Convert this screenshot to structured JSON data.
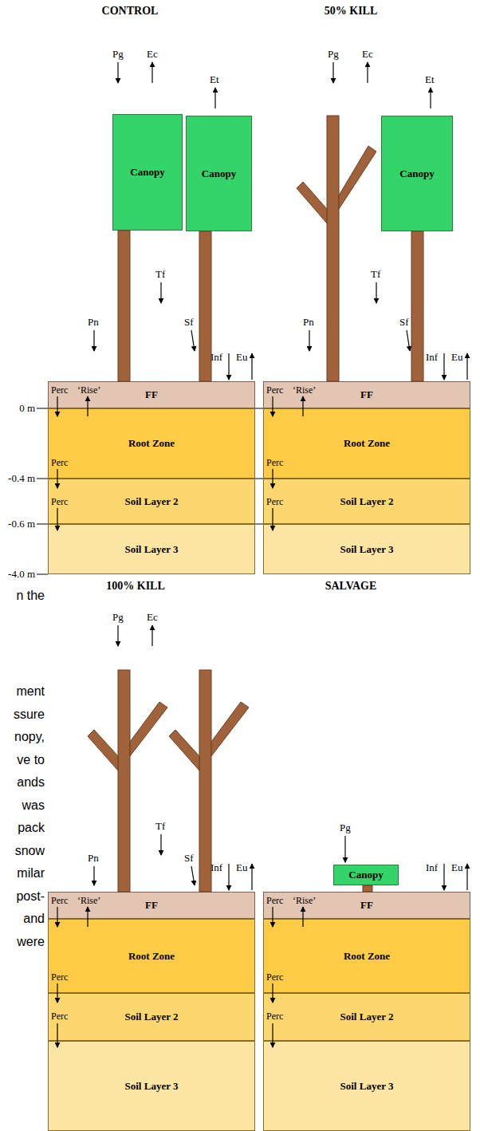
{
  "diagram": {
    "nodes": [
      {
        "text": [
          "Canopy"
        ]
      },
      {
        "text": [
          "Canopy"
        ]
      },
      {
        "text": [
          "Perc",
          "‘Rise’",
          "FF"
        ]
      },
      {
        "text": [
          "Root Zone",
          "Perc"
        ]
      },
      {
        "text": [
          "Perc",
          "Soil Layer 2"
        ]
      },
      {
        "text": [
          "Soil Layer 3"
        ]
      },
      {
        "text": [
          "Canopy"
        ]
      },
      {
        "text": [
          "Perc",
          "‘Rise’",
          "FF"
        ]
      },
      {
        "text": [
          "Root Zone",
          "Perc"
        ]
      },
      {
        "text": [
          "Perc",
          "Soil Layer 2"
        ]
      },
      {
        "text": [
          "Soil Layer 3"
        ]
      },
      {
        "text": [
          "Perc",
          "‘Rise’",
          "FF"
        ]
      },
      {
        "text": [
          "Root Zone",
          "Perc"
        ]
      },
      {
        "text": [
          "Perc",
          "Soil Layer 2"
        ]
      },
      {
        "text": [
          "Soil Layer 3"
        ]
      },
      {
        "text": [
          "Canopy"
        ]
      },
      {
        "text": [
          "Perc",
          "‘Rise’",
          "FF"
        ]
      },
      {
        "text": [
          "Root Zone",
          "Perc"
        ]
      },
      {
        "text": [
          "Perc",
          "Soil Layer 2"
        ]
      },
      {
        "text": [
          "Soil Layer 3"
        ]
      }
    ],
    "labels": [
      "CONTROL",
      "50% KILL",
      "100% KILL",
      "SALVAGE",
      "Pg",
      "Ec",
      "Et",
      "Tf",
      "Sf",
      "Pn",
      "Inf",
      "Eu",
      "0 m",
      "-0.4 m",
      "-0.6 m",
      "-4.0 m",
      "Pg",
      "Ec",
      "Et",
      "Tf",
      "Sf",
      "Pn",
      "Inf",
      "Eu",
      "Pg",
      "Ec",
      "Tf",
      "Sf",
      "Pn",
      "Inf",
      "Eu",
      "Pg",
      "Inf",
      "Eu",
      "n the",
      "ment",
      "ssure",
      "nopy,",
      "ve to",
      "ands",
      "was",
      "pack",
      "snow",
      "milar",
      "post-",
      "and",
      "were"
    ]
  }
}
